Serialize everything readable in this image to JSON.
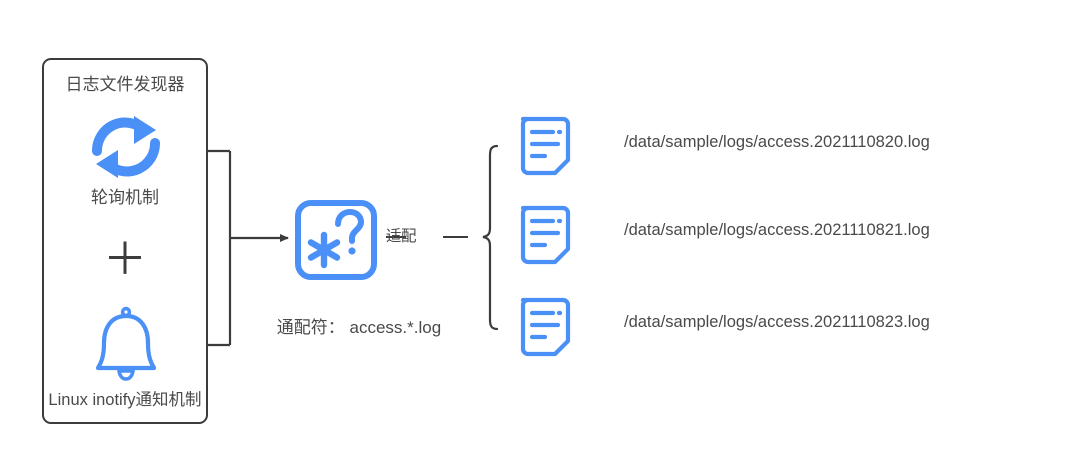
{
  "diagram": {
    "title": "日志文件发现器 (Log File Discoverer)",
    "colors": {
      "accent_blue": "#4a90f7",
      "line_dark": "#3c3c3c",
      "text_gray": "#4a4a4a",
      "background": "#ffffff"
    }
  },
  "discoverer": {
    "title": "日志文件发现器",
    "polling_label": "轮询机制",
    "plus": "＋",
    "inotify_label": "Linux inotify通知机制",
    "polling_icon": "refresh-sync-icon",
    "bell_icon": "bell-notification-icon"
  },
  "matcher": {
    "icon": "wildcard-asterisk-question-icon",
    "caption": "通配符： access.*.log",
    "pattern": "access.*.log",
    "edge_label": "—适配—",
    "edge_label_text": "适配"
  },
  "results": {
    "brace": "right-curly-brace",
    "files": [
      {
        "icon": "document-file-icon",
        "path": "/data/sample/logs/access.2021110820.log"
      },
      {
        "icon": "document-file-icon",
        "path": "/data/sample/logs/access.2021110821.log"
      },
      {
        "icon": "document-file-icon",
        "path": "/data/sample/logs/access.2021110823.log"
      }
    ]
  }
}
